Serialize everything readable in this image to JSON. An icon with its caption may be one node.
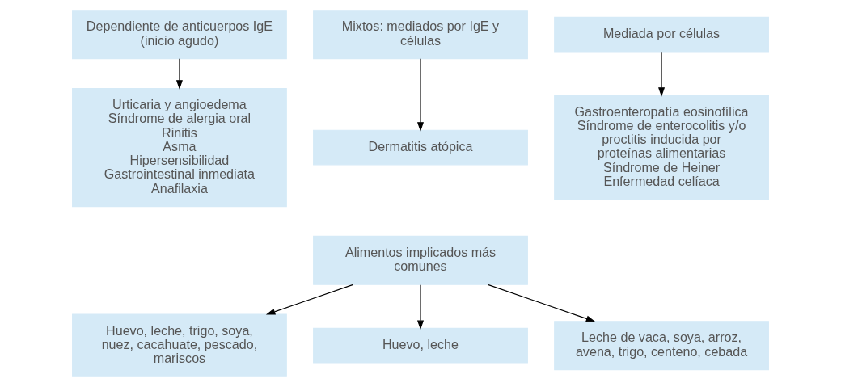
{
  "diagram": {
    "nodes": [
      {
        "text": [
          "Dependiente de anticuerpos IgE (inicio agudo)"
        ]
      },
      {
        "text": [
          "Mixtos: mediados por IgE y células"
        ]
      },
      {
        "text": [
          "Mediada por células"
        ]
      },
      {
        "text": [
          "Urticaria y angioedema",
          "Síndrome de alergia oral",
          "Rinitis",
          "Asma",
          "Hipersensibilidad Gastrointestinal inmediata",
          "Anafilaxia"
        ]
      },
      {
        "text": [
          "Dermatitis atópica"
        ]
      },
      {
        "text": [
          "Gastroenteropatía eosinofílica",
          "Síndrome de enterocolitis y/o proctitis inducida por proteínas alimentarias",
          "Síndrome de Heiner",
          "Enfermedad celíaca"
        ]
      },
      {
        "text": [
          "Alimentos implicados más comunes"
        ]
      },
      {
        "text": [
          "Huevo, leche, trigo, soya, nuez, cacahuate, pescado, mariscos"
        ]
      },
      {
        "text": [
          "Huevo, leche"
        ]
      },
      {
        "text": [
          "Leche de vaca, soya, arroz, avena, trigo, centeno, cebada"
        ]
      }
    ],
    "edges": [
      {
        "from": 0,
        "to": 3,
        "arrow": "to"
      },
      {
        "from": 1,
        "to": 4,
        "arrow": "to"
      },
      {
        "from": 2,
        "to": 5,
        "arrow": "to"
      },
      {
        "from": 6,
        "to": 7,
        "arrow": "to"
      },
      {
        "from": 6,
        "to": 8,
        "arrow": "to"
      },
      {
        "from": 6,
        "to": 9,
        "arrow": "to"
      }
    ]
  }
}
